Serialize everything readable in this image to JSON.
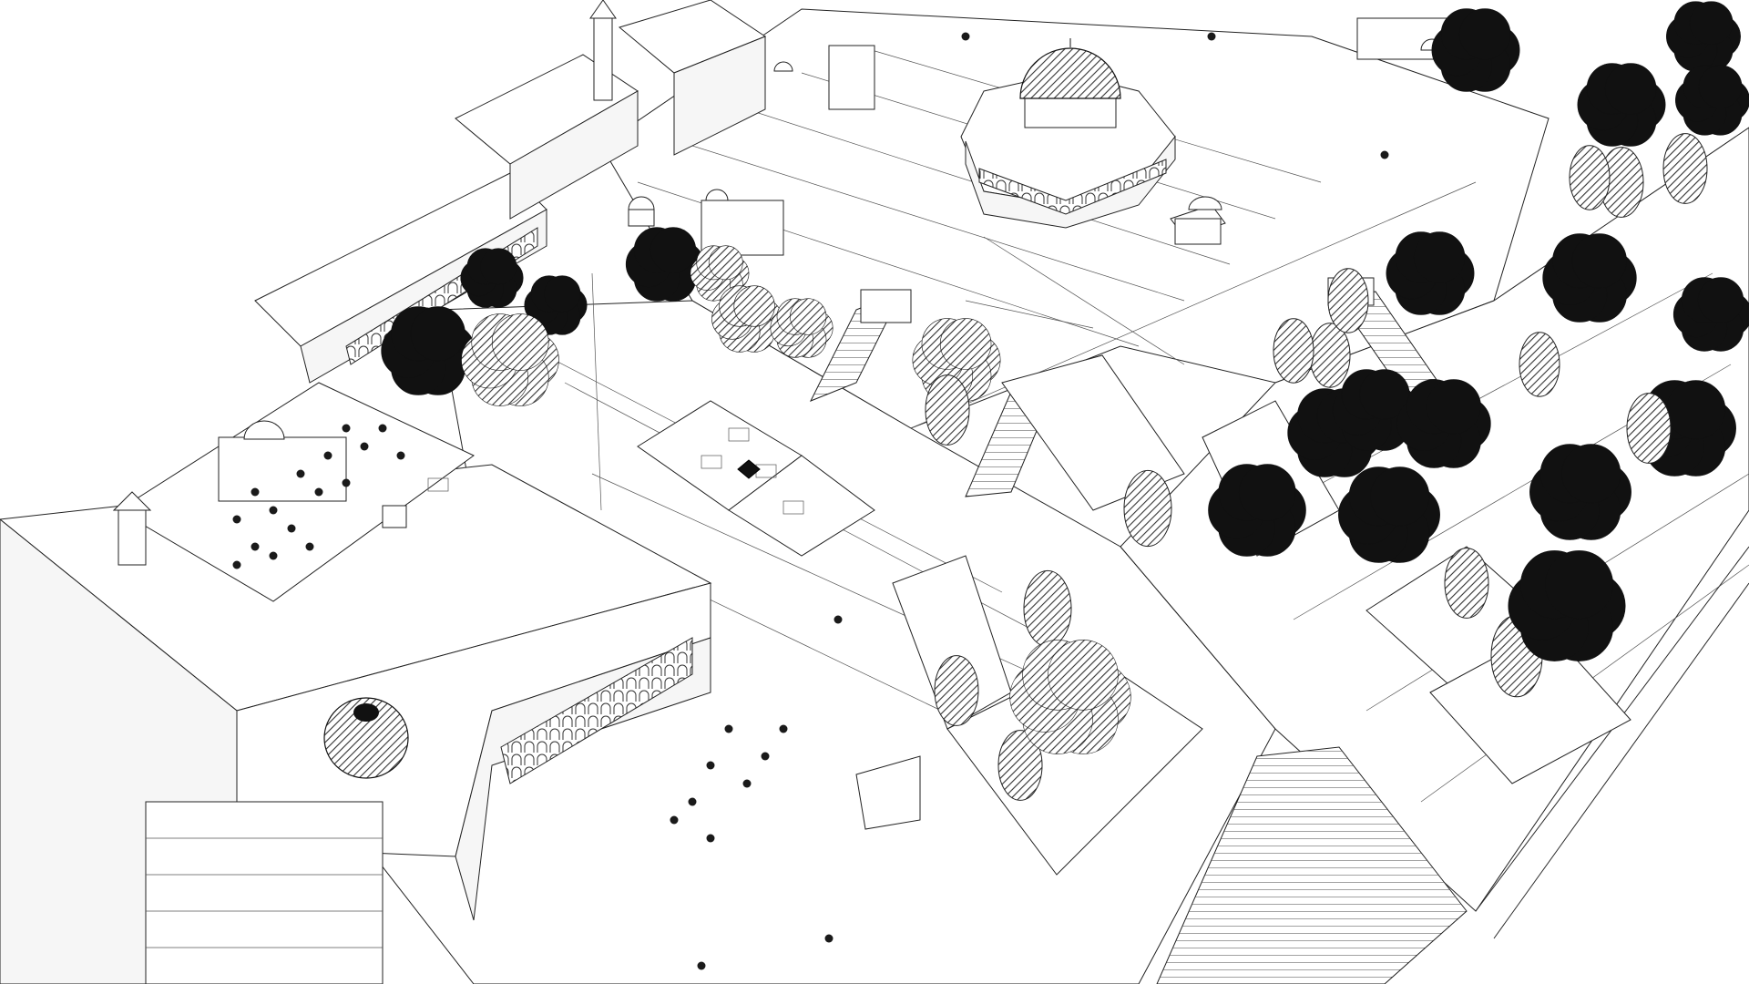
{
  "scene": {
    "render_style": "black-and-white isometric line drawing",
    "palette": {
      "background": "#ffffff",
      "line": "#222222",
      "tree_dark": "#111111",
      "tree_hatched": "#6b6b6b"
    },
    "elements": {
      "trees": "tree",
      "domes": "dome",
      "stairways": "stairway",
      "bollards": "bollard"
    }
  }
}
